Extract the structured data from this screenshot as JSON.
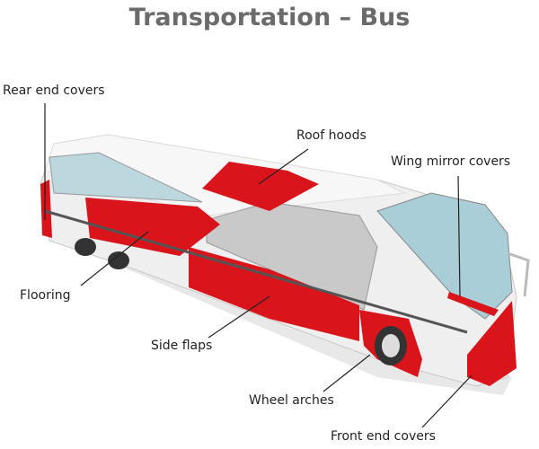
{
  "title": "Transportation – Bus",
  "labels": {
    "rear_end_covers": "Rear end covers",
    "roof_hoods": "Roof hoods",
    "wing_mirror_covers": "Wing mirror covers",
    "flooring": "Flooring",
    "side_flaps": "Side flaps",
    "wheel_arches": "Wheel arches",
    "front_end_covers": "Front end covers"
  },
  "colors": {
    "highlight": "#d9151b",
    "title": "#6b6b6b",
    "body": "#eeeeee"
  }
}
